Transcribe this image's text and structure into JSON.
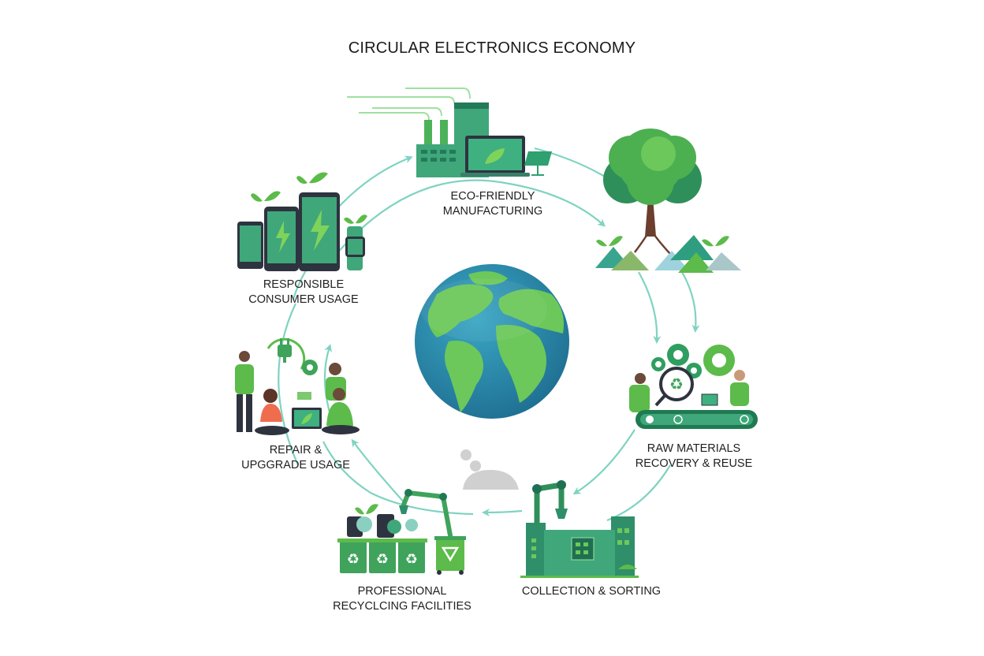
{
  "title": "CIRCULAR ELECTRONICS ECONOMY",
  "colors": {
    "arrow": "#7fd3c1",
    "green_light": "#6cc24a",
    "green_mid": "#3fa35b",
    "green_dark": "#1f7a52",
    "teal": "#2f9e80",
    "ocean": "#2a8fb0",
    "land": "#6cc85a",
    "tree_trunk": "#6b3e2e",
    "device_frame": "#2e3340",
    "text": "#1f1f1f"
  },
  "center": {
    "icon": "globe-earth"
  },
  "stages": [
    {
      "id": "manufacturing",
      "line1": "ECO-FRIENDLY",
      "line2": "MANUFACTURING",
      "icon": "factory-laptop-solar-panel"
    },
    {
      "id": "raw-materials-source",
      "line1": "",
      "line2": "",
      "icon": "tree-with-mineral-piles"
    },
    {
      "id": "recovery",
      "line1": "RAW MATERIALS",
      "line2": "RECOVERY & REUSE",
      "icon": "conveyor-magnifier-gears-workers"
    },
    {
      "id": "collection",
      "line1": "",
      "line2": "COLLECTION & SORTING",
      "icon": "robot-arm-circuit-facility"
    },
    {
      "id": "recycling",
      "line1": "PROFESSIONAL",
      "line2": "RECYCLCING FACILITIES",
      "icon": "recycling-bins-robot-arm"
    },
    {
      "id": "repair",
      "line1": "REPAIR &",
      "line2": "UPGGRADE USAGE",
      "icon": "people-repairing-plug-gear"
    },
    {
      "id": "consumer",
      "line1": "RESPONSIBLE",
      "line2": "CONSUMER USAGE",
      "icon": "phones-tablet-watch-sprouts"
    }
  ],
  "decor": {
    "smoke_cloud": "grey-smoke-cloud"
  }
}
